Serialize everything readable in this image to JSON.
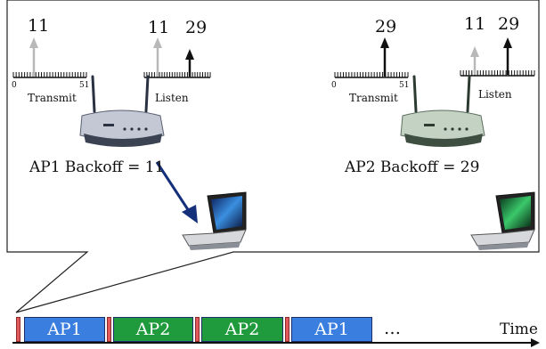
{
  "ap1": {
    "transmit_panel": {
      "value_label": "11",
      "range_min": "0",
      "range_max": "51",
      "caption": "Transmit"
    },
    "listen_panel": {
      "own_value": "11",
      "other_value": "29",
      "caption": "Listen"
    },
    "backoff_label": "AP1 Backoff = 11"
  },
  "ap2": {
    "transmit_panel": {
      "value_label": "29",
      "range_min": "0",
      "range_max": "51",
      "caption": "Transmit"
    },
    "listen_panel": {
      "own_value": "11",
      "other_value": "29",
      "caption": "Listen"
    },
    "backoff_label": "AP2 Backoff = 29"
  },
  "timeline": {
    "slots": [
      {
        "label": "AP1",
        "color": "#3a7fe0"
      },
      {
        "label": "AP2",
        "color": "#1f9a3c"
      },
      {
        "label": "AP2",
        "color": "#1f9a3c"
      },
      {
        "label": "AP1",
        "color": "#3a7fe0"
      }
    ],
    "ellipsis": "…",
    "axis_label": "Time"
  },
  "colors": {
    "grey_arrow": "#b8b8b8",
    "black_arrow": "#111111",
    "link_arrow": "#14307a",
    "gap": "#e2595b"
  }
}
